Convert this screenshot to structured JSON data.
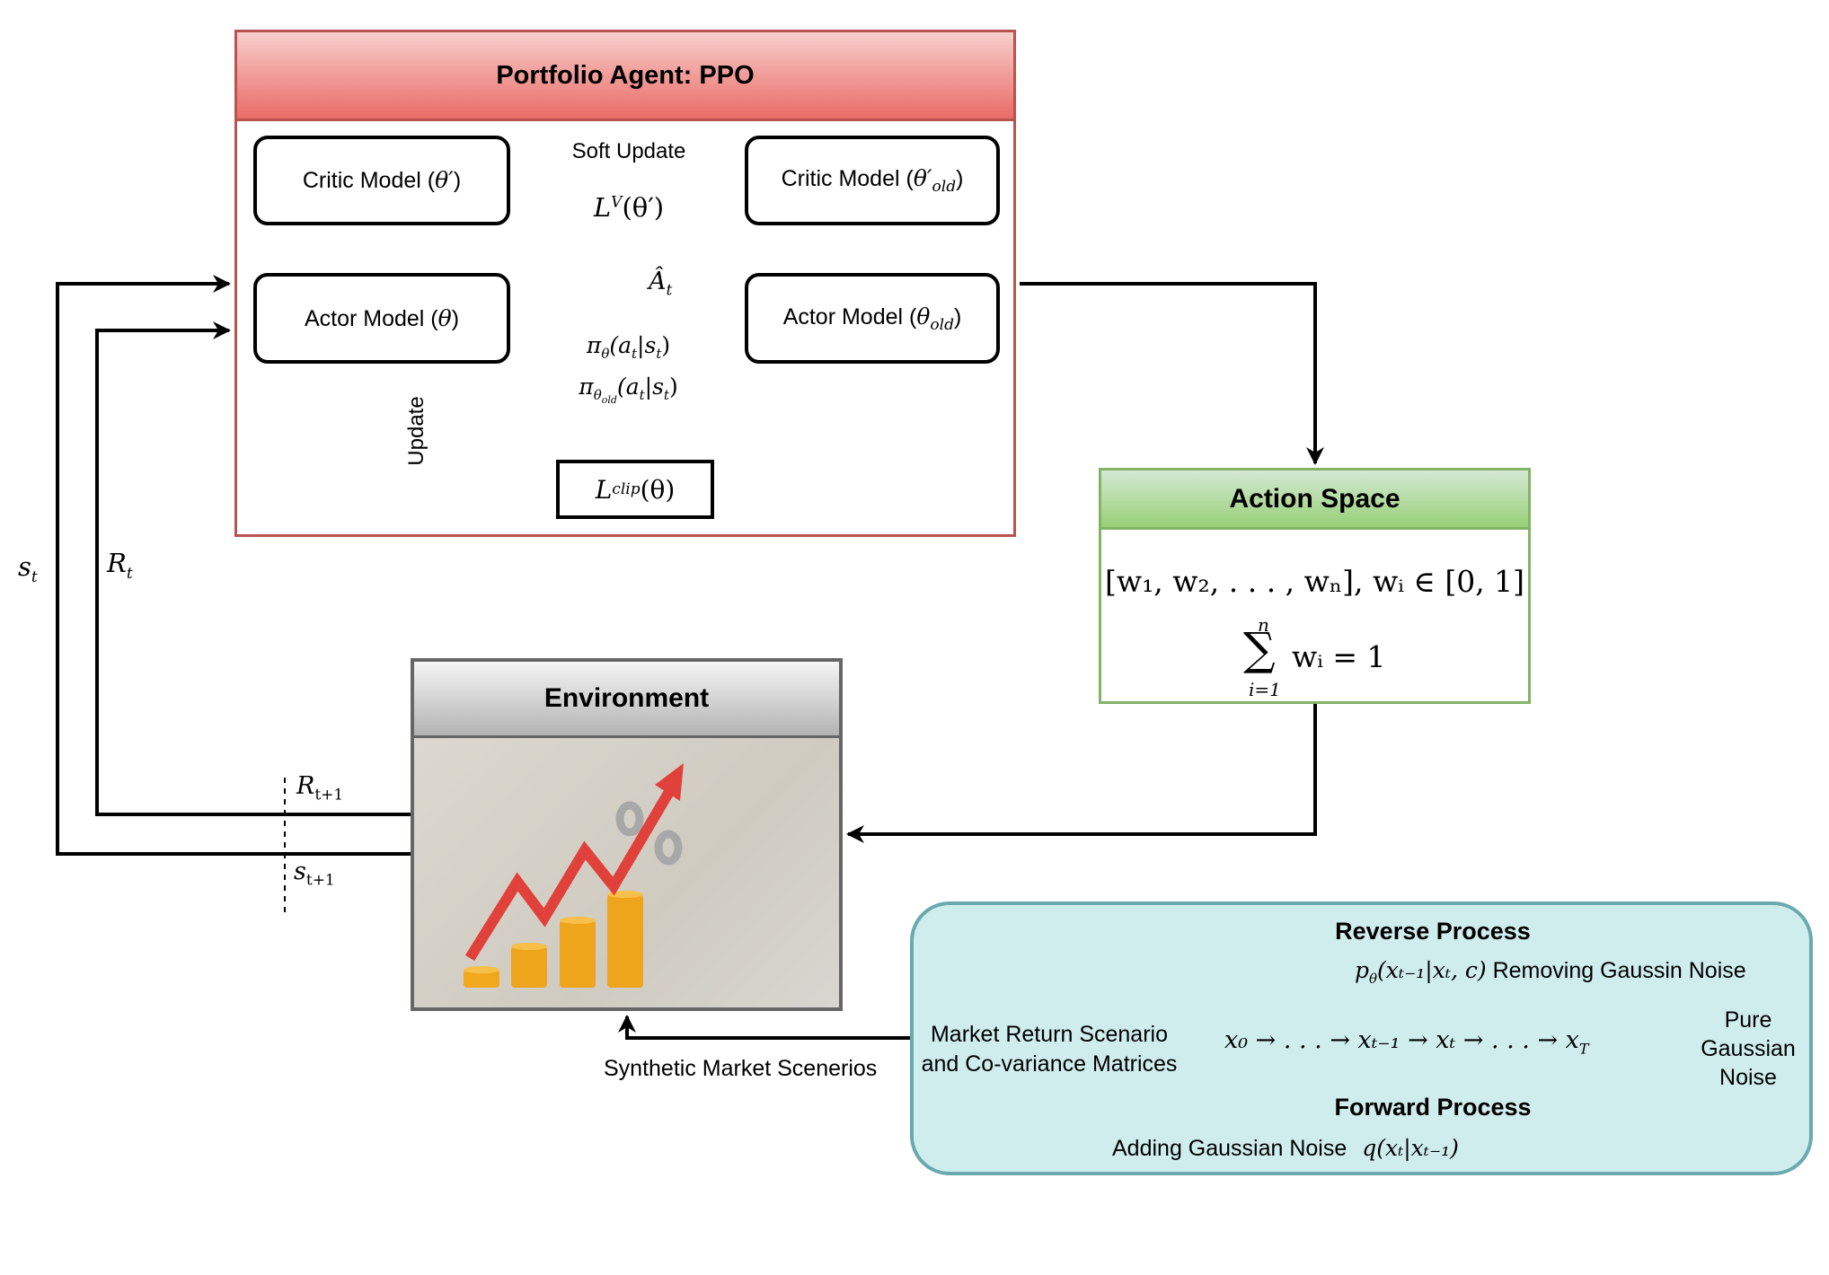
{
  "agent": {
    "title": "Portfolio Agent: PPO",
    "critic": {
      "label": "Critic Model (",
      "param": "θ′",
      "close": ")"
    },
    "critic_old": {
      "label": "Critic Model (",
      "param": "θ′",
      "sub": "old",
      "close": ")"
    },
    "actor": {
      "label": "Actor Model (",
      "param": "θ",
      "close": ")"
    },
    "actor_old": {
      "label": "Actor Model (",
      "param": "θ",
      "sub": "old",
      "close": ")"
    },
    "soft_update_label": "Soft Update",
    "value_loss": {
      "base": "L",
      "sup": "V",
      "arg": "(θ′)"
    },
    "advantage": {
      "base": "Â",
      "sub": "t"
    },
    "ratio": {
      "numerator": {
        "pi": "π",
        "sub": "θ",
        "arg": "(a",
        "arg_sub": "t",
        "bar": "|s",
        "bar_sub": "t",
        "close": ")"
      },
      "denominator": {
        "pi": "π",
        "sub": "θ",
        "subsub": "old",
        "arg": "(a",
        "arg_sub": "t",
        "bar": "|s",
        "bar_sub": "t",
        "close": ")"
      }
    },
    "clip_loss": {
      "base": "L",
      "sup": "clip",
      "arg": "(θ)"
    },
    "update_label": "Update"
  },
  "signals": {
    "state": {
      "base": "s",
      "sub": "t"
    },
    "reward": {
      "base": "R",
      "sub": "t"
    },
    "next_reward": {
      "base": "R",
      "sub": "t+1"
    },
    "next_state": {
      "base": "s",
      "sub": "t+1"
    }
  },
  "action_space": {
    "title": "Action Space",
    "formula_line1": "[w₁, w₂, . . . , wₙ], wᵢ ∈ [0, 1]",
    "sum_upper": "n",
    "sum_symbol": "∑",
    "sum_lower": "i=1",
    "sum_body": "wᵢ = 1"
  },
  "environment": {
    "title": "Environment",
    "image_alt": "rising red arrow over stacks of gold coins with percent sign"
  },
  "synthetic_label": "Synthetic Market Scenerios",
  "diffusion": {
    "reverse_title": "Reverse Process",
    "reverse_formula": "p",
    "reverse_formula_sub": "θ",
    "reverse_formula_arg": "(xₜ₋₁|xₜ, c)",
    "reverse_desc": "Removing Gaussin Noise",
    "source_line1": "Market Return Scenario",
    "source_line2": "and Co-variance Matrices",
    "chain": "x₀ → . . . → xₜ₋₁ → xₜ → . . . → x",
    "chain_end_sub": "T",
    "target_line1": "Pure",
    "target_line2": "Gaussian",
    "target_line3": "Noise",
    "forward_title": "Forward Process",
    "forward_desc": "Adding Gaussian Noise",
    "forward_formula": "q(xₜ|xₜ₋₁)"
  },
  "colors": {
    "agent_border": "#b85450",
    "action_border": "#82b366",
    "env_border": "#666666",
    "diffusion_fill": "#d0edee",
    "diffusion_border": "#6aa9ae",
    "arrow_red": "#e0413a",
    "coin_gold": "#f2a81d"
  }
}
